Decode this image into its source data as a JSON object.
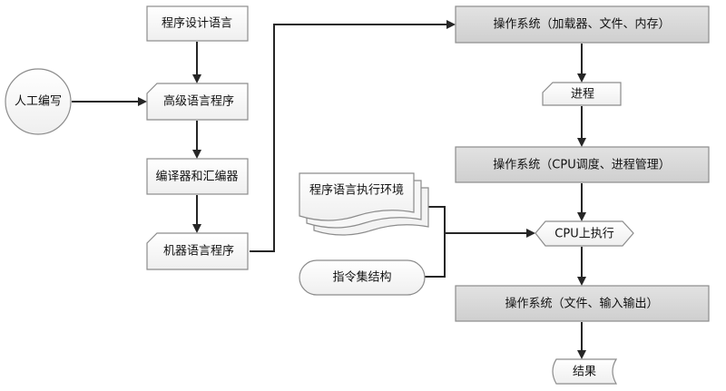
{
  "nodes": {
    "manual_writing": "人工编写",
    "prog_design_lang": "程序设计语言",
    "high_level_program": "高级语言程序",
    "compiler_assembler": "编译器和汇编器",
    "machine_program": "机器语言程序",
    "os_loader": "操作系统（加载器、文件、内存）",
    "process": "进程",
    "os_cpu_sched": "操作系统（CPU调度、进程管理）",
    "runtime_env": "程序语言执行环境",
    "cpu_exec": "CPU上执行",
    "isa": "指令集结构",
    "os_file_io": "操作系统（文件、输入输出）",
    "result": "结果"
  },
  "colors": {
    "box_fill": "#f7f7f7",
    "gray_box_fill": "#d6d6d6",
    "stroke": "#8c8c8c",
    "arrow": "#262626"
  }
}
